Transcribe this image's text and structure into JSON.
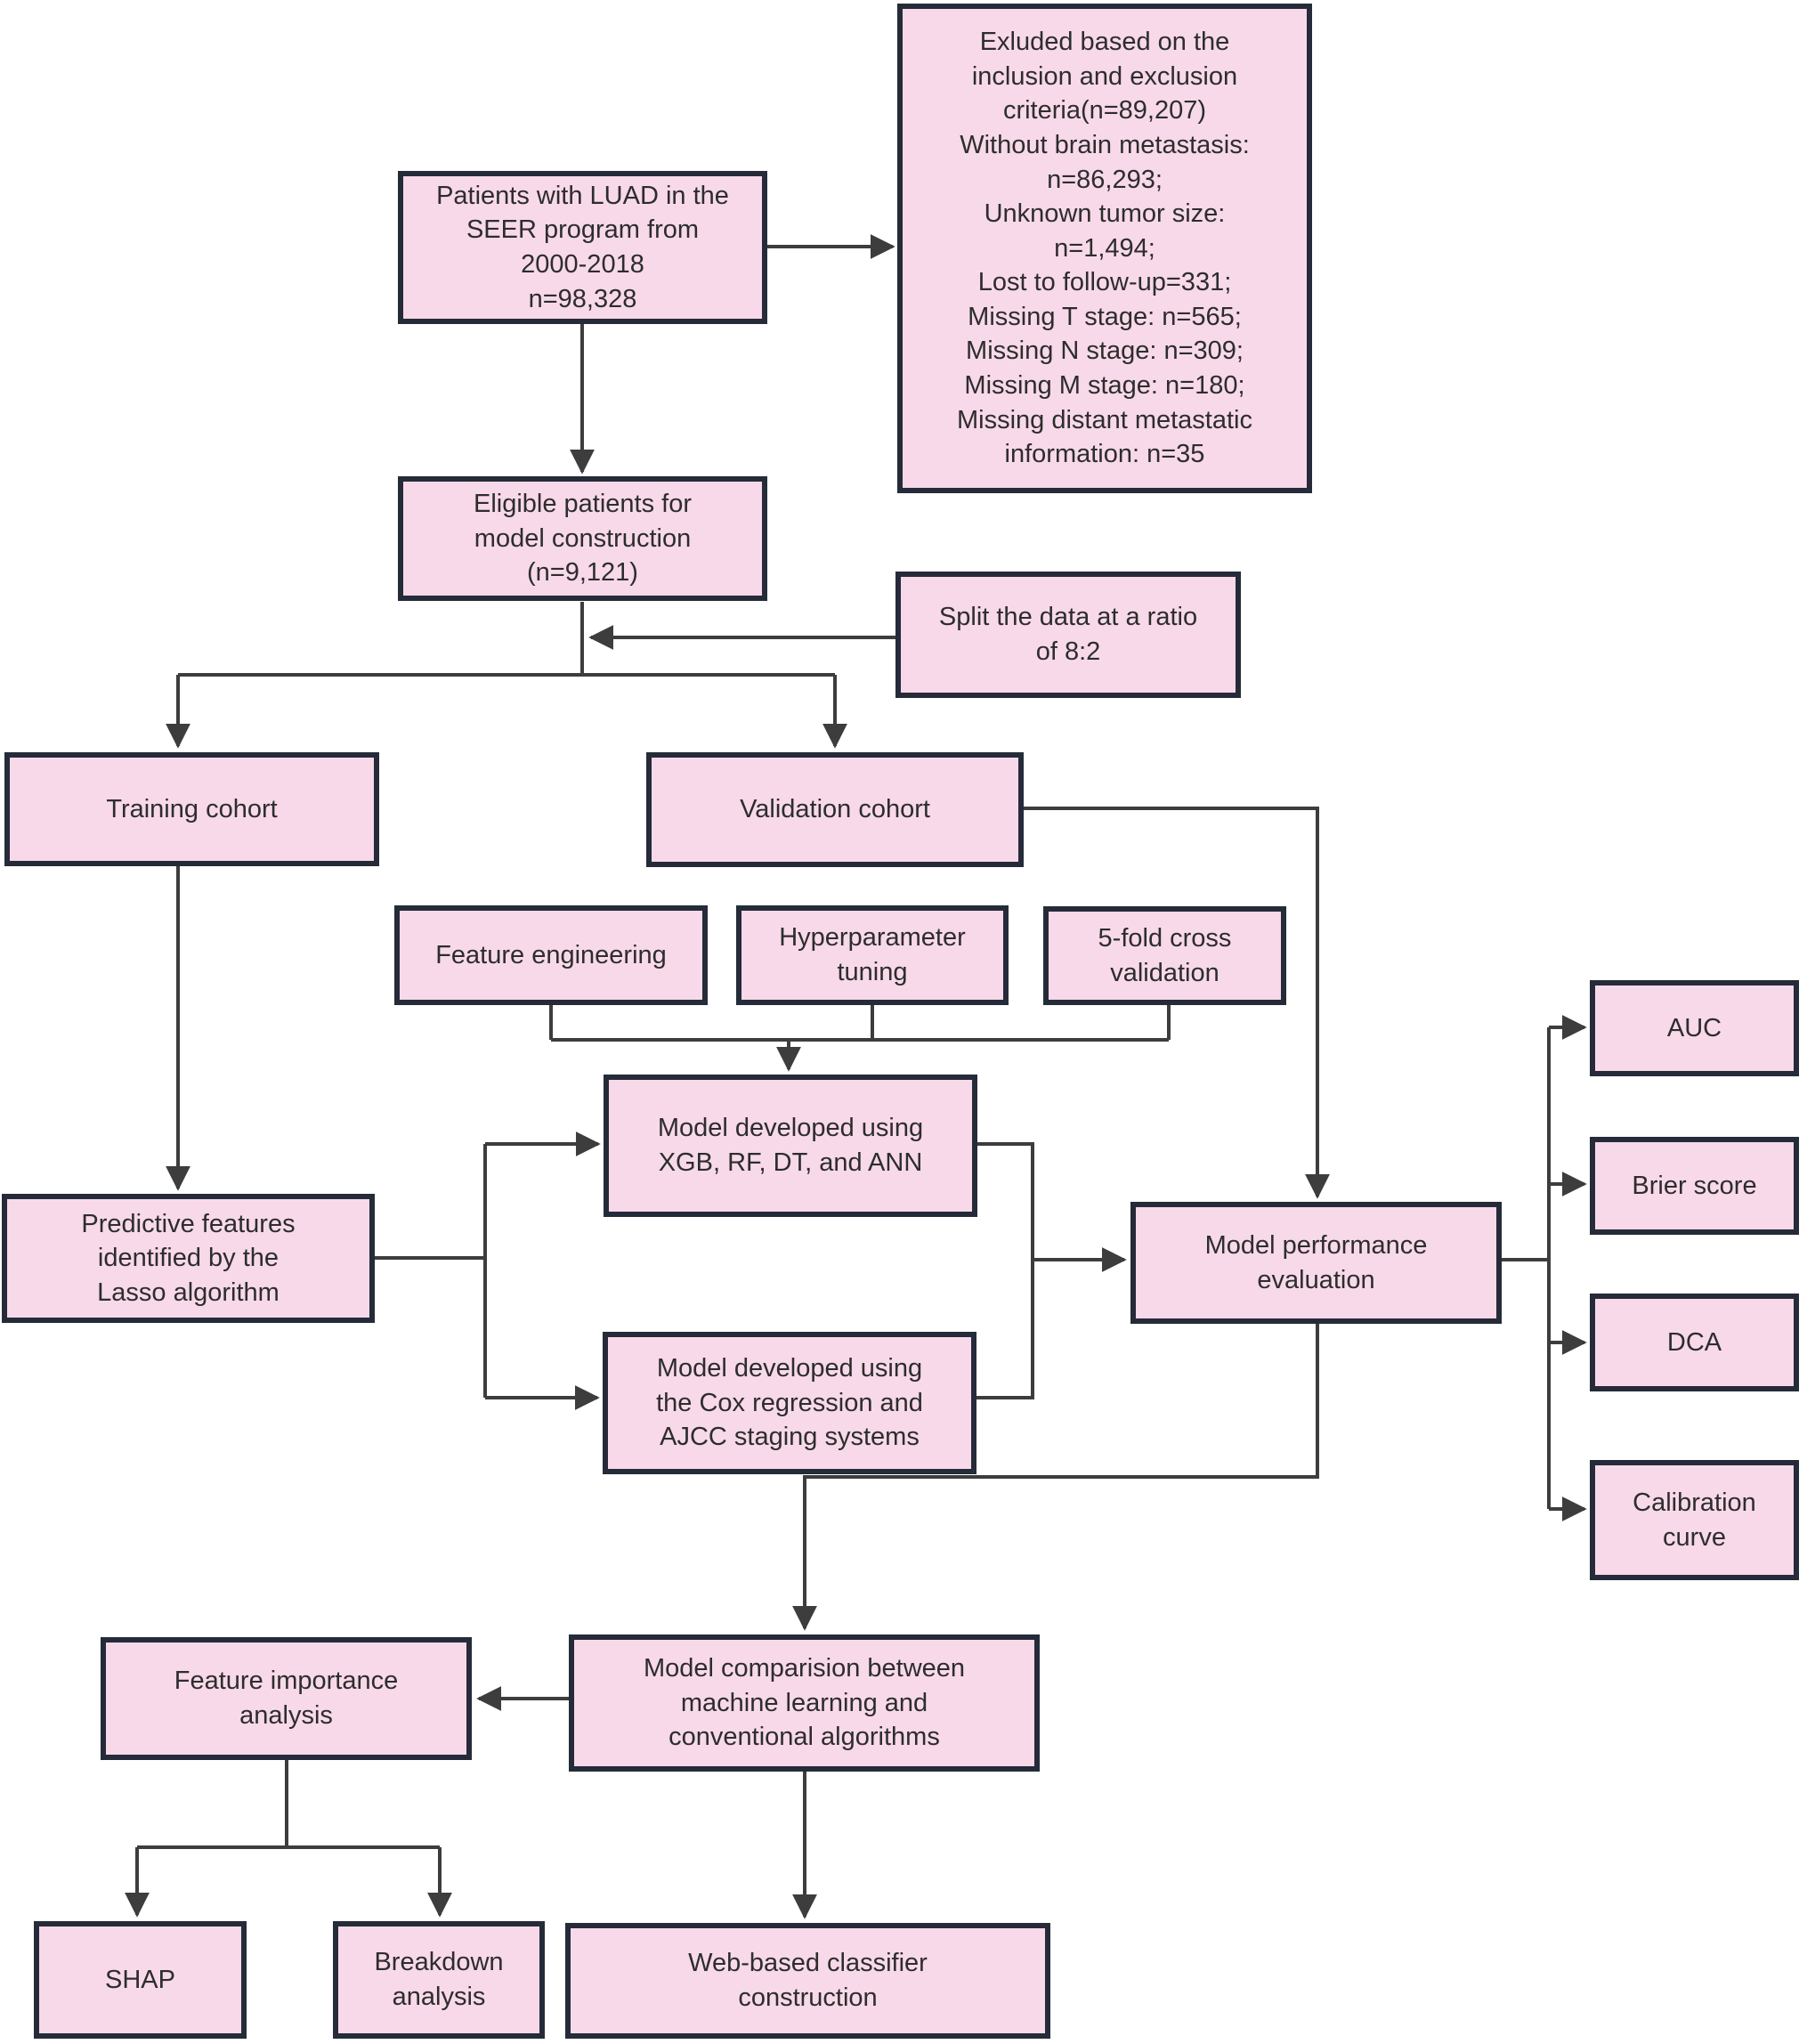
{
  "colors": {
    "node_fill": "#f8d9e9",
    "node_border": "#252b38",
    "connector": "#3d3d3d",
    "text": "#2d2d2d",
    "background": "#ffffff"
  },
  "nodes": {
    "patients": {
      "label": "Patients with LUAD in the\nSEER program from\n2000-2018\nn=98,328"
    },
    "excluded": {
      "label": "Exluded based on the\ninclusion and exclusion\ncriteria(n=89,207)\nWithout brain metastasis:\nn=86,293;\nUnknown tumor size:\nn=1,494;\nLost to follow-up=331;\nMissing T stage: n=565;\nMissing N stage: n=309;\nMissing M stage: n=180;\nMissing distant metastatic\ninformation: n=35"
    },
    "eligible": {
      "label": "Eligible patients for\nmodel construction\n(n=9,121)"
    },
    "split": {
      "label": "Split the data at a ratio\nof 8:2"
    },
    "training": {
      "label": "Training cohort"
    },
    "validation": {
      "label": "Validation cohort"
    },
    "feature_engineering": {
      "label": "Feature engineering"
    },
    "hyperparameter_tuning": {
      "label": "Hyperparameter\ntuning"
    },
    "five_fold_cv": {
      "label": "5-fold cross\nvalidation"
    },
    "ml_models": {
      "label": "Model developed using\nXGB, RF, DT, and ANN"
    },
    "predictive_features": {
      "label": "Predictive features\nidentified by the\nLasso algorithm"
    },
    "cox_models": {
      "label": "Model developed using\nthe Cox regression and\nAJCC staging systems"
    },
    "performance": {
      "label": "Model performance\nevaluation"
    },
    "auc": {
      "label": "AUC"
    },
    "brier": {
      "label": "Brier score"
    },
    "dca": {
      "label": "DCA"
    },
    "calibration": {
      "label": "Calibration\ncurve"
    },
    "comparison": {
      "label": "Model comparision between\nmachine learning and\nconventional algorithms"
    },
    "importance": {
      "label": "Feature importance\nanalysis"
    },
    "shap": {
      "label": "SHAP"
    },
    "breakdown": {
      "label": "Breakdown\nanalysis"
    },
    "web_classifier": {
      "label": "Web-based classifier\nconstruction"
    }
  }
}
